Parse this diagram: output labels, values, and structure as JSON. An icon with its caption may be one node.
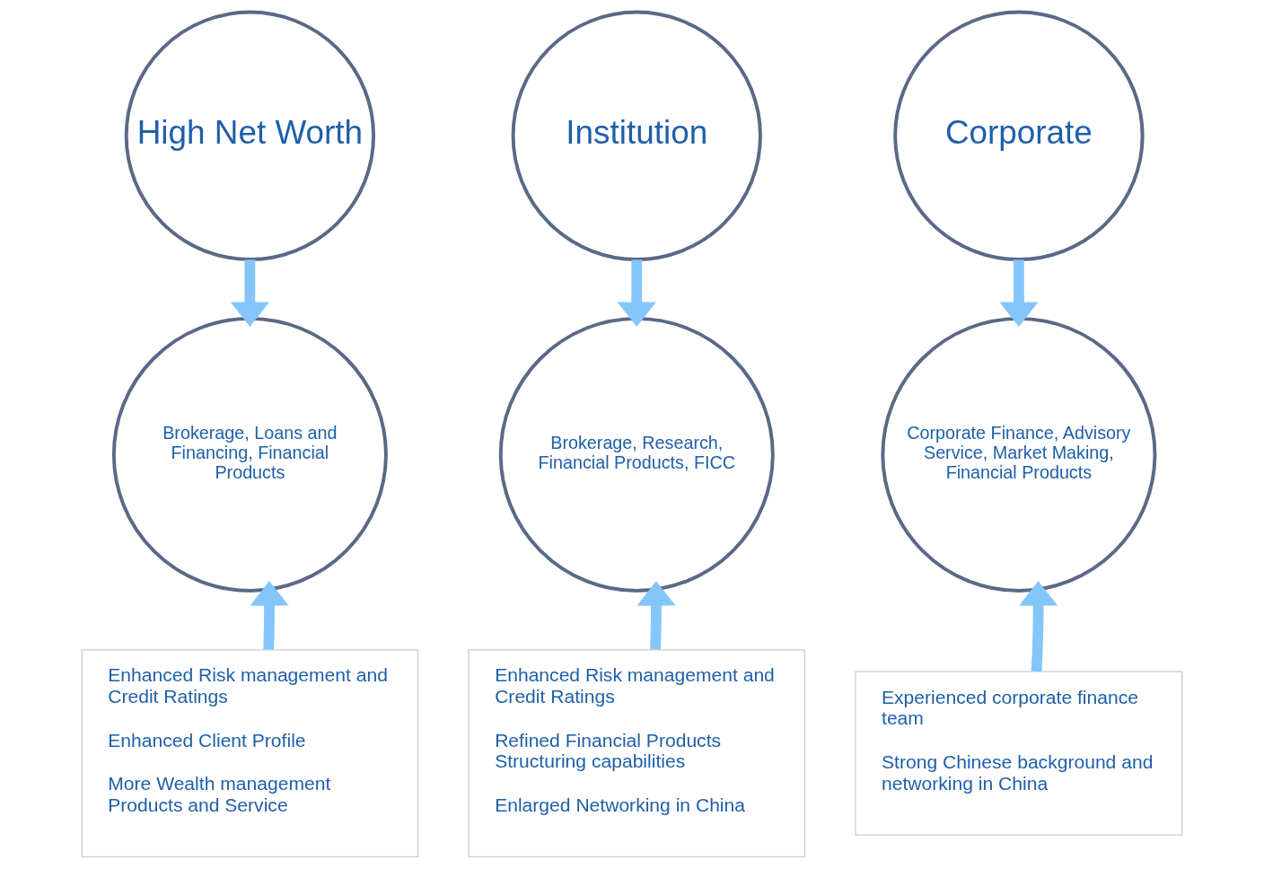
{
  "diagram": {
    "nodes": [
      {
        "text": [
          "High Net Worth"
        ]
      },
      {
        "text": [
          "Brokerage, Loans and Financing, Financial Products"
        ]
      },
      {
        "text": [
          "Enhanced Risk management and Credit Ratings",
          "Enhanced Client Profile",
          "More Wealth management Products and Service"
        ]
      },
      {
        "text": [
          "Institution"
        ]
      },
      {
        "text": [
          "Brokerage, Research, Financial Products, FICC"
        ]
      },
      {
        "text": [
          "Enhanced Risk management and Credit Ratings",
          "Refined Financial Products Structuring capabilities",
          "Enlarged Networking in China"
        ]
      },
      {
        "text": [
          "Corporate"
        ]
      },
      {
        "text": [
          "Corporate Finance, Advisory Service, Market Making, Financial Products"
        ]
      },
      {
        "text": [
          "Experienced corporate finance team",
          "Strong Chinese background and networking in China"
        ]
      }
    ],
    "edges": [
      {
        "from": 0,
        "to": 1,
        "arrow": "to"
      },
      {
        "from": 2,
        "to": 1,
        "arrow": "to"
      },
      {
        "from": 3,
        "to": 4,
        "arrow": "to"
      },
      {
        "from": 5,
        "to": 4,
        "arrow": "to"
      },
      {
        "from": 6,
        "to": 7,
        "arrow": "to"
      },
      {
        "from": 8,
        "to": 7,
        "arrow": "to"
      }
    ]
  }
}
